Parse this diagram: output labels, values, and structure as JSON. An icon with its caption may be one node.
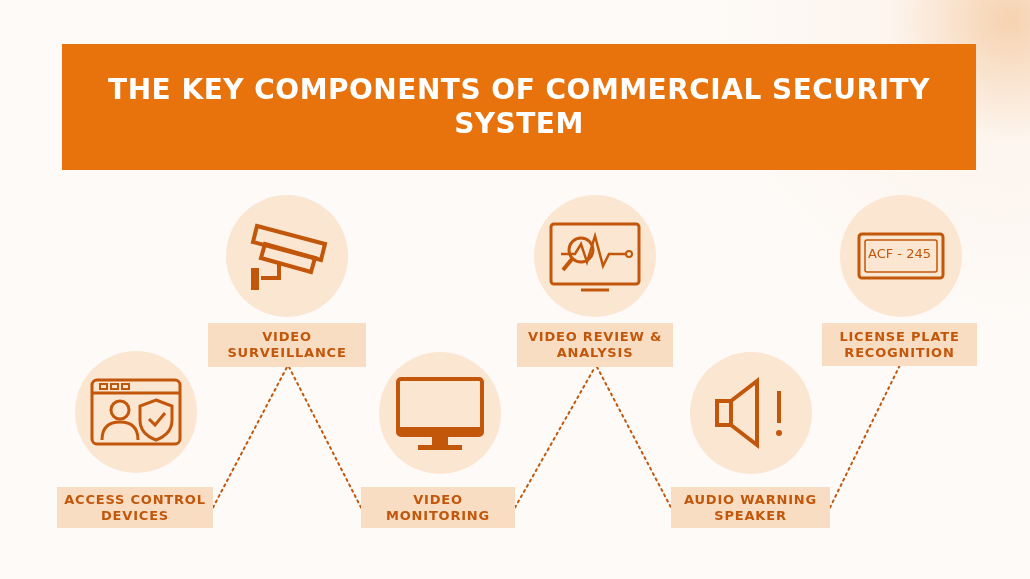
{
  "diagram": {
    "title": "THE KEY COMPONENTS OF COMMERCIAL SECURITY SYSTEM",
    "nodes": [
      {
        "text": [
          "ACCESS CONTROL DEVICES"
        ]
      },
      {
        "text": [
          "VIDEO SURVEILLANCE"
        ]
      },
      {
        "text": [
          "VIDEO MONITORING"
        ]
      },
      {
        "text": [
          "VIDEO REVIEW & ANALYSIS"
        ]
      },
      {
        "text": [
          "AUDIO WARNING SPEAKER"
        ]
      },
      {
        "text": [
          "LICENSE PLATE RECOGNITION"
        ]
      }
    ],
    "edges": [
      {
        "from": 0,
        "to": 1,
        "arrow": "none",
        "style": "dashed"
      },
      {
        "from": 1,
        "to": 2,
        "arrow": "none",
        "style": "dashed"
      },
      {
        "from": 2,
        "to": 3,
        "arrow": "none",
        "style": "dashed"
      },
      {
        "from": 3,
        "to": 4,
        "arrow": "none",
        "style": "dashed"
      },
      {
        "from": 4,
        "to": 5,
        "arrow": "none",
        "style": "dashed"
      }
    ],
    "labels": [
      "ACF - 245"
    ]
  }
}
